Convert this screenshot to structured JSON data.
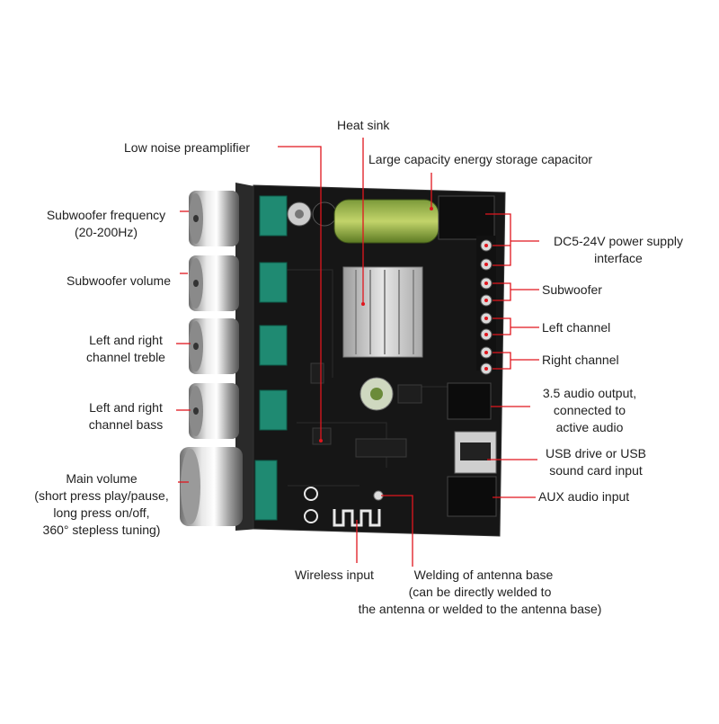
{
  "colors": {
    "callout": "#e0161e",
    "board": "#141414",
    "text": "#222222"
  },
  "labels": {
    "heat_sink": "Heat sink",
    "low_noise_preamp": "Low noise preamplifier",
    "capacitor": "Large capacity energy storage capacitor",
    "sub_freq": [
      "Subwoofer frequency",
      "(20-200Hz)"
    ],
    "sub_volume": "Subwoofer volume",
    "treble": [
      "Left and right",
      "channel treble"
    ],
    "bass": [
      "Left and right",
      "channel bass"
    ],
    "main_volume": [
      "Main volume",
      "(short press play/pause,",
      "long press on/off,",
      "360° stepless tuning)"
    ],
    "dc_power": [
      "DC5-24V power supply",
      "interface"
    ],
    "subwoofer": "Subwoofer",
    "left_channel": "Left channel",
    "right_channel": "Right channel",
    "audio_out": [
      "3.5 audio output,",
      "connected to",
      "active audio"
    ],
    "usb": [
      "USB drive or USB",
      "sound card input"
    ],
    "aux": "AUX audio input",
    "wireless": "Wireless input",
    "antenna": [
      "Welding of antenna base",
      "(can be directly welded to",
      "the antenna or welded to the antenna base)"
    ]
  }
}
